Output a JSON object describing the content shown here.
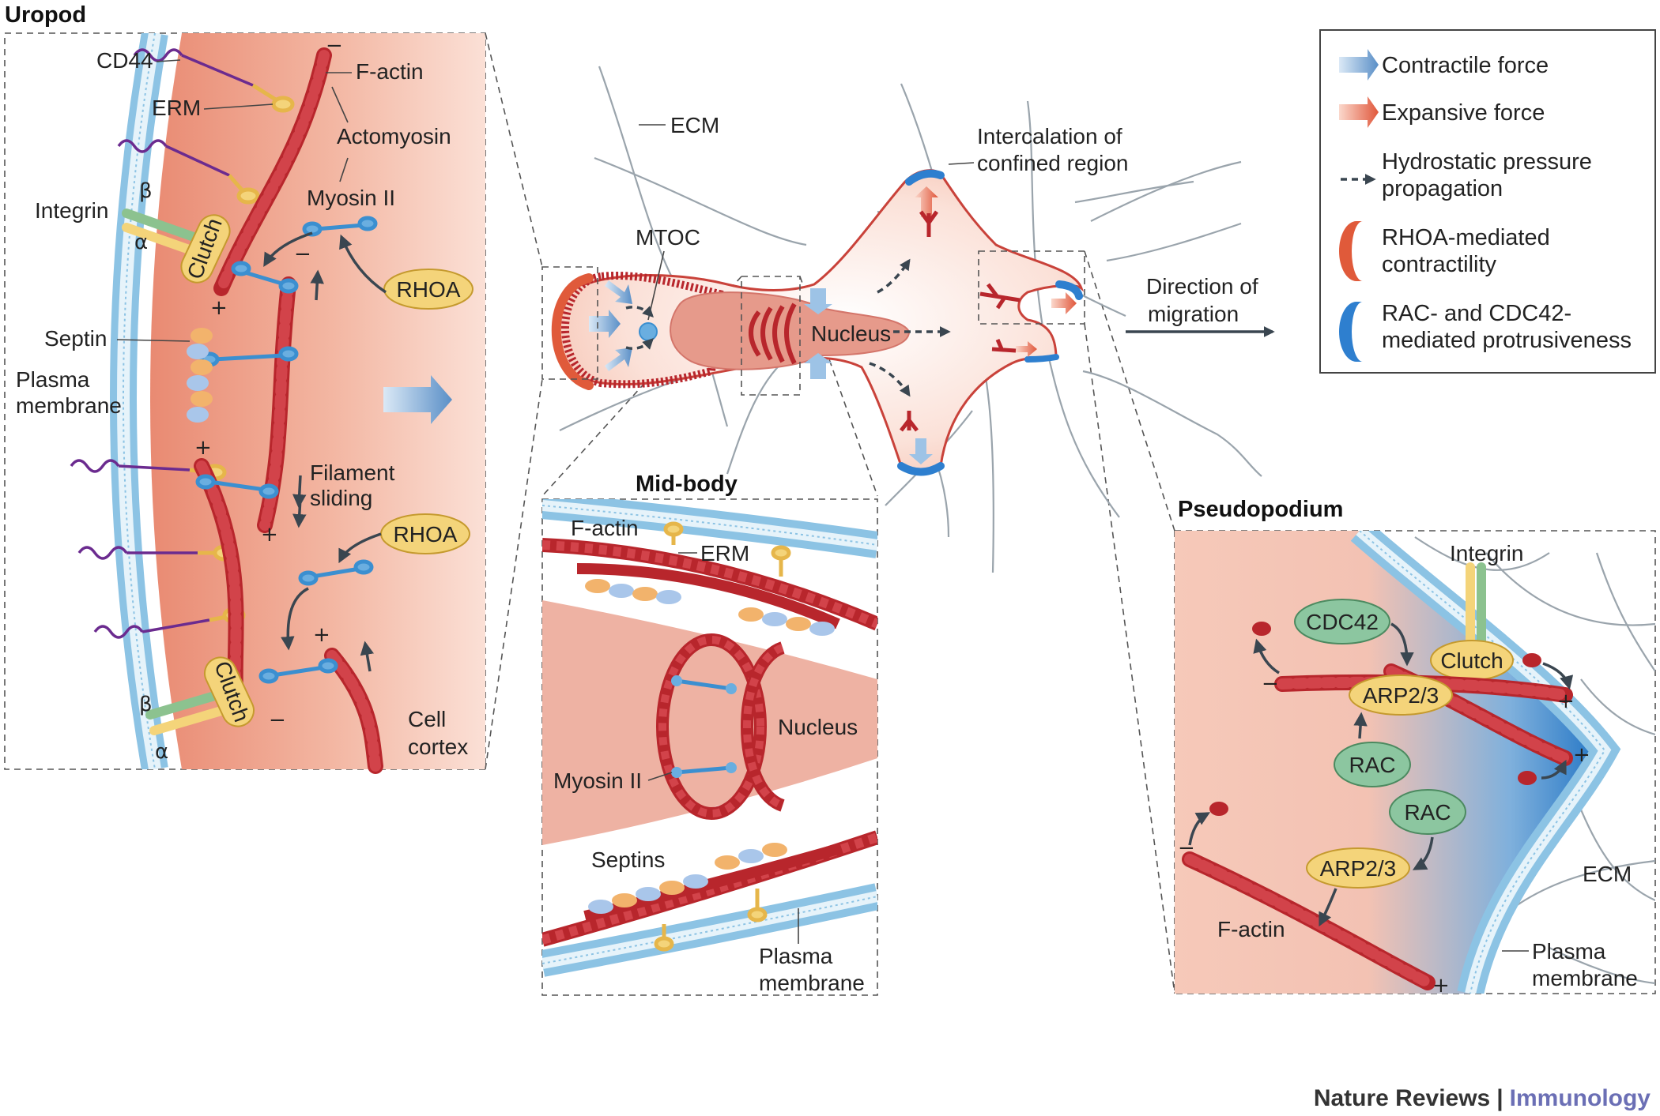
{
  "panels": {
    "uropod": "Uropod",
    "midbody": "Mid-body",
    "pseudopodium": "Pseudopodium"
  },
  "uropod": {
    "cd44": "CD44",
    "erm": "ERM",
    "factin": "F-actin",
    "actomyosin": "Actomyosin",
    "myosin": "Myosin II",
    "integrin": "Integrin",
    "beta": "β",
    "alpha": "α",
    "clutch": "Clutch",
    "rhoa": "RHOA",
    "septin": "Septin",
    "plasma1": "Plasma",
    "plasma2": "membrane",
    "sliding1": "Filament",
    "sliding2": "sliding",
    "cortex1": "Cell",
    "cortex2": "cortex",
    "plus": "+",
    "minus": "−"
  },
  "center": {
    "ecm": "ECM",
    "mtoc": "MTOC",
    "nucleus": "Nucleus",
    "intercalation1": "Intercalation of",
    "intercalation2": "confined region",
    "direction1": "Direction of",
    "direction2": "migration"
  },
  "midbody": {
    "factin": "F-actin",
    "erm": "ERM",
    "nucleus": "Nucleus",
    "myosin": "Myosin II",
    "septins": "Septins",
    "plasma1": "Plasma",
    "plasma2": "membrane"
  },
  "pseudo": {
    "integrin": "Integrin",
    "cdc42": "CDC42",
    "clutch": "Clutch",
    "arp1": "ARP2/3",
    "rac1": "RAC",
    "rac2": "RAC",
    "arp2": "ARP2/3",
    "factin": "F-actin",
    "ecm": "ECM",
    "plasma1": "Plasma",
    "plasma2": "membrane",
    "plus": "+",
    "minus": "−"
  },
  "legend": {
    "contractile": "Contractile force",
    "expansive": "Expansive force",
    "hydro1": "Hydrostatic pressure",
    "hydro2": "propagation",
    "rhoa1": "RHOA-mediated",
    "rhoa2": "contractility",
    "rac1": "RAC- and CDC42-",
    "rac2": "mediated protrusiveness"
  },
  "brand": {
    "journal": "Nature Reviews",
    "sep": "|",
    "section": "Immunology"
  },
  "colors": {
    "actin": "#b8262c",
    "myosin": "#3b8fd0",
    "pill_yellow": "#f7dc8a",
    "pill_green": "#8cc6a0",
    "cell_fill": "#f5c3b1",
    "membrane": "#a9d3ea"
  }
}
